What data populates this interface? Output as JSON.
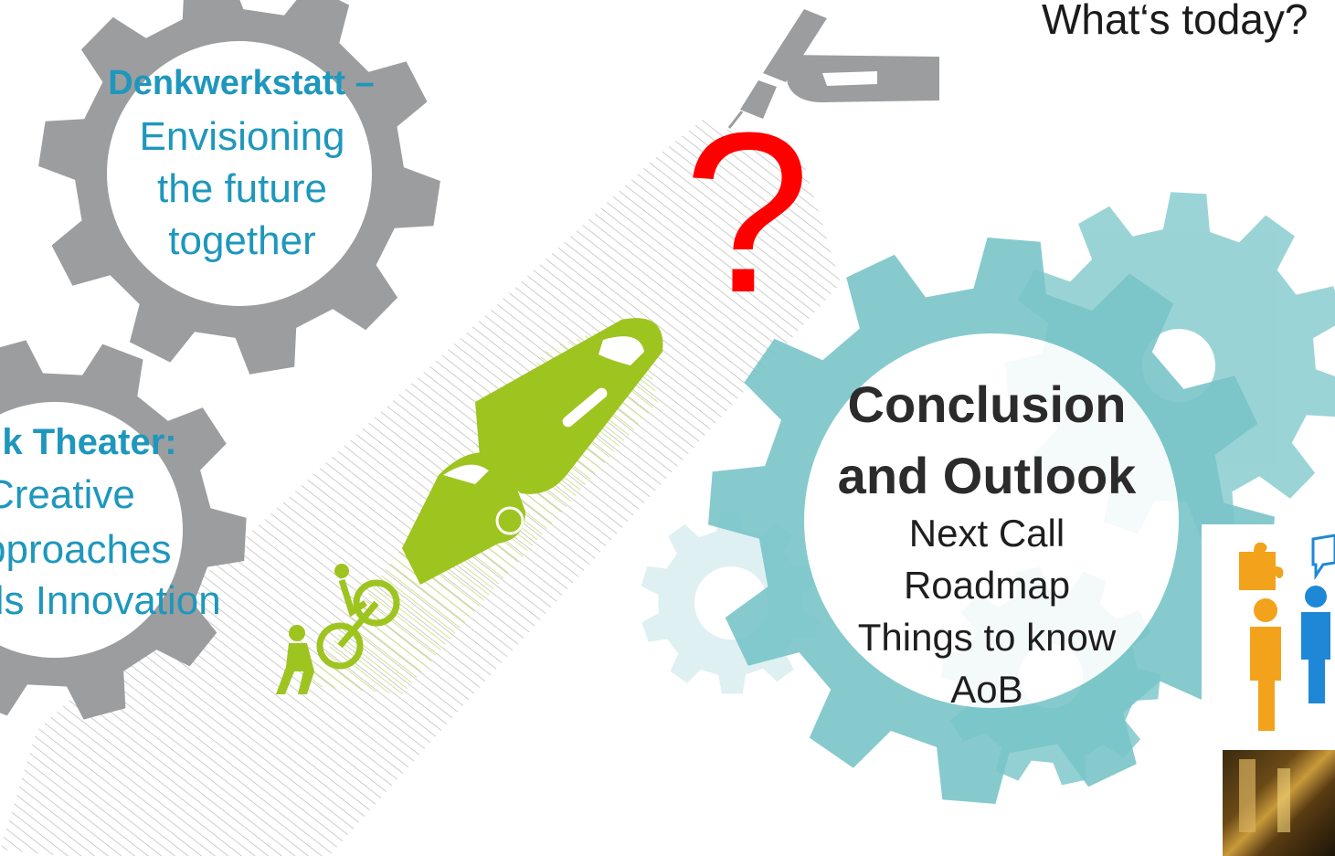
{
  "header": {
    "question": "What‘s today?"
  },
  "question_mark": "?",
  "gears": {
    "denkwerkstatt": {
      "title": "Denkwerkstatt –",
      "lines": [
        "Envisioning",
        "the future",
        "together"
      ]
    },
    "think_theater": {
      "title": "nk Theater:",
      "lines": [
        "Creative",
        "pproaches",
        "ds Innovation"
      ]
    },
    "conclusion": {
      "title_line1": "Conclusion",
      "title_line2": "and Outlook",
      "items": [
        "Next Call",
        "Roadmap",
        "Things to know",
        "AoB"
      ]
    }
  },
  "colors": {
    "gear_grey": "#9c9d9f",
    "gear_teal": "#79c5c9",
    "accent_blue": "#1e97bd",
    "vehicle_green": "#9ec420",
    "question_red": "#ff0000",
    "stripe_grey": "#b8b8b8"
  },
  "icons": [
    "hand-writing-icon",
    "train-icon",
    "car-icon",
    "cyclist-icon",
    "pedestrian-icon",
    "people-chat-icon",
    "puzzle-icon"
  ]
}
